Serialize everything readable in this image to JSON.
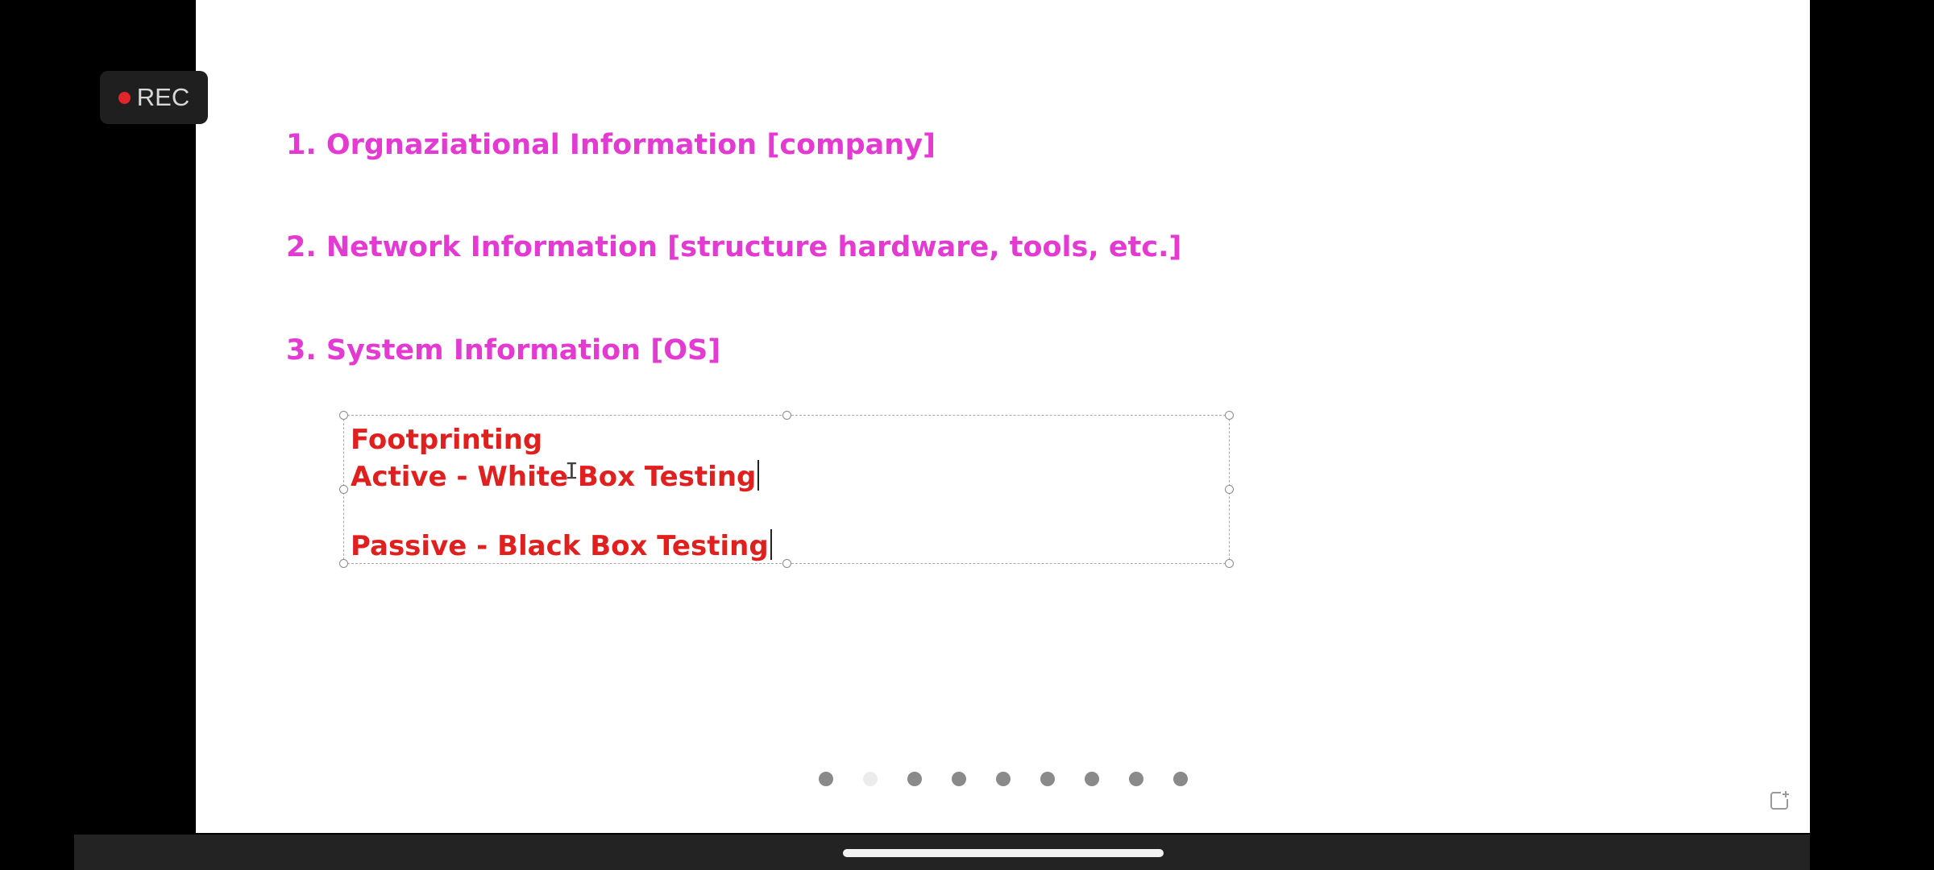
{
  "recording": {
    "label": "REC"
  },
  "slide": {
    "headings": [
      {
        "text": "1. Orgnaziational Information [company]",
        "color": "#e33ad2"
      },
      {
        "text": "2. Network Information [structure hardware, tools, etc.]",
        "color": "#e33ad2"
      },
      {
        "text": "3. System Information [OS]",
        "color": "#e33ad2"
      }
    ],
    "textbox": {
      "color": "#e0201f",
      "lines": [
        "Footprinting",
        "Active - White Box Testing",
        "Passive - Black Box Testing"
      ]
    }
  },
  "pagination": {
    "total": 9,
    "current": 2
  },
  "icons": {
    "share": "share-icon",
    "text_cursor": "i-beam-cursor-icon"
  }
}
